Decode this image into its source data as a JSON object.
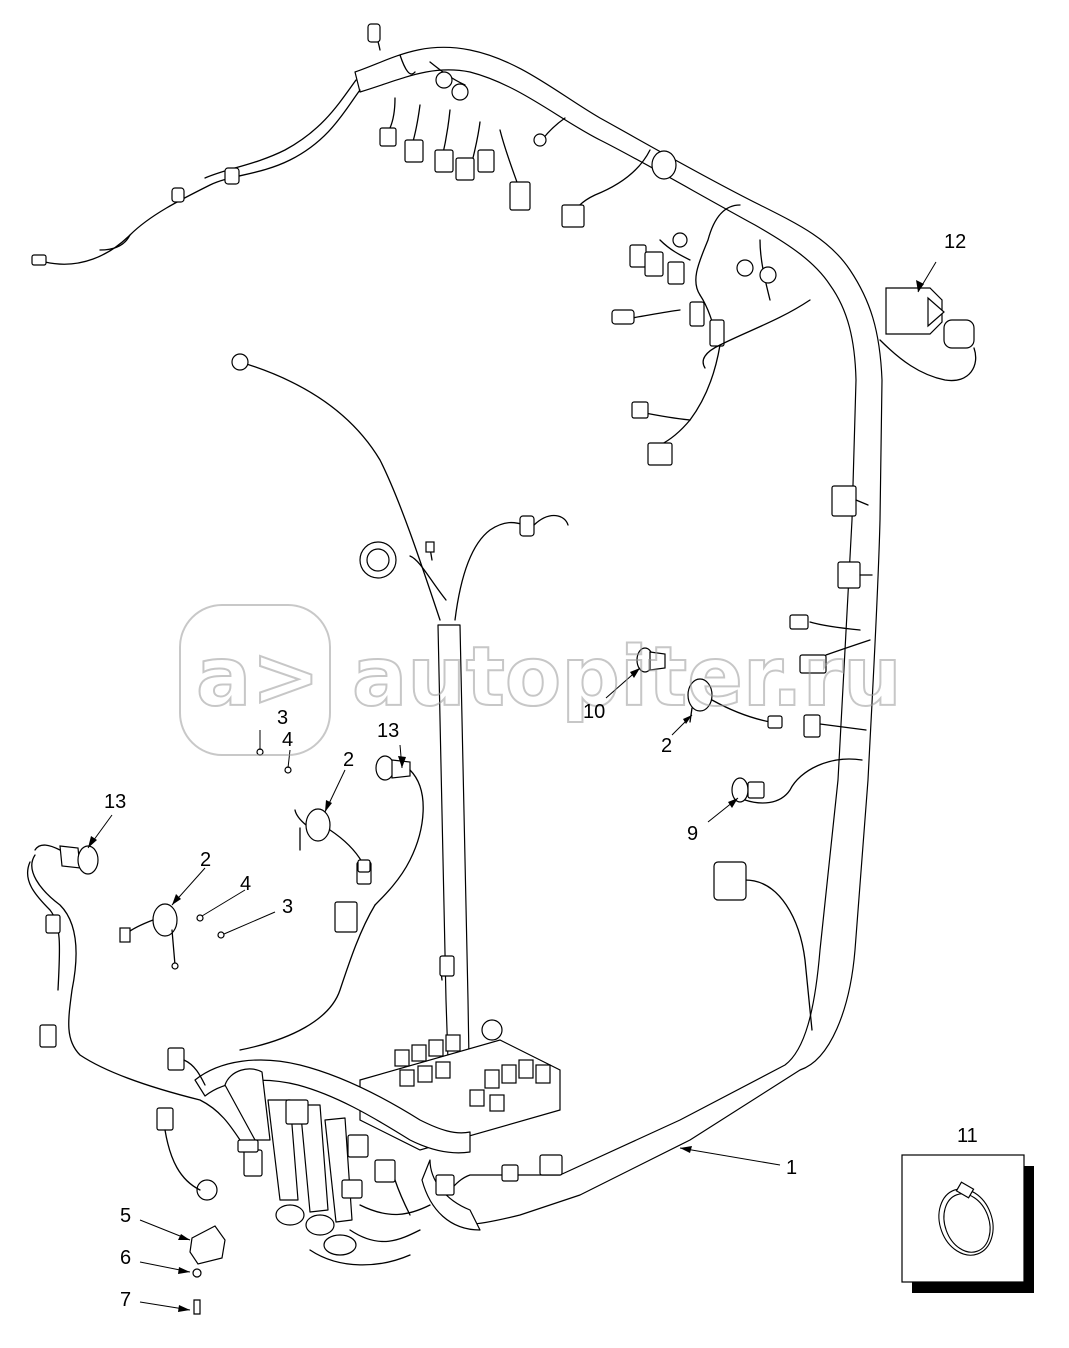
{
  "callouts": {
    "c1": "1",
    "c2a": "2",
    "c2b": "2",
    "c2c": "2",
    "c3a": "3",
    "c3b": "3",
    "c4a": "4",
    "c4b": "4",
    "c5": "5",
    "c6": "6",
    "c7": "7",
    "c9": "9",
    "c10": "10",
    "c11": "11",
    "c12": "12",
    "c13a": "13",
    "c13b": "13"
  },
  "watermark": {
    "logo_text": "a>",
    "site_text": "autopiter.ru"
  },
  "colors": {
    "line": "#000000",
    "watermark": "#9a9a9a",
    "background": "#ffffff"
  }
}
